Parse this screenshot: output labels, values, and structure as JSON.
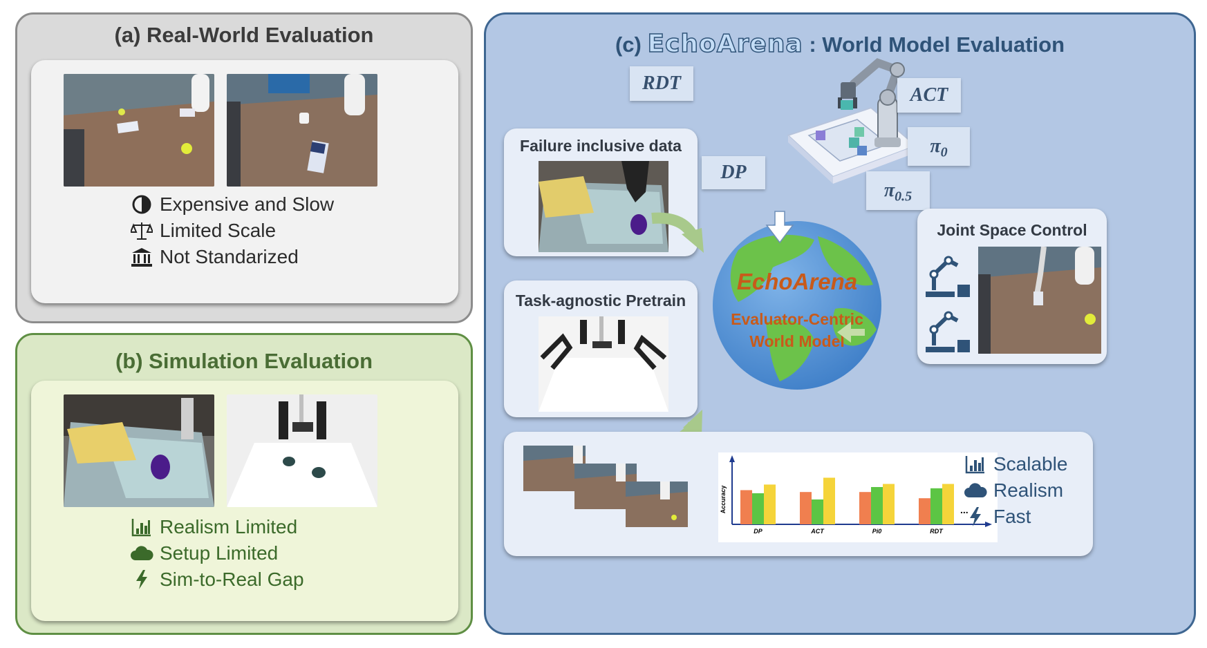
{
  "panel_a": {
    "title": "(a) Real-World Evaluation",
    "items": [
      {
        "icon": "contrast-icon",
        "label": "Expensive and Slow"
      },
      {
        "icon": "scale-icon",
        "label": "Limited Scale"
      },
      {
        "icon": "bank-icon",
        "label": "Not Standarized"
      }
    ]
  },
  "panel_b": {
    "title": "(b) Simulation Evaluation",
    "items": [
      {
        "icon": "bar-chart-icon",
        "label": "Realism Limited"
      },
      {
        "icon": "cloud-icon",
        "label": "Setup Limited"
      },
      {
        "icon": "bolt-icon",
        "label": "Sim-to-Real Gap"
      }
    ]
  },
  "panel_c": {
    "title_prefix": "(c)",
    "title_brand": "EchoArena",
    "title_suffix": ": World Model Evaluation",
    "models": {
      "rdt": "RDT",
      "act": "ACT",
      "dp": "DP",
      "pi0_base": "π",
      "pi0_sub": "0",
      "pi05_base": "π",
      "pi05_sub": "0.5"
    },
    "failure_card_title": "Failure inclusive data",
    "pretrain_card_title": "Task-agnostic Pretrain",
    "joint_card_title": "Joint Space Control",
    "globe": {
      "name": "EchoArena",
      "line1": "Evaluator-Centric",
      "line2": "World Model"
    },
    "benefits": [
      {
        "icon": "bar-chart-icon",
        "label": "Scalable"
      },
      {
        "icon": "cloud-icon",
        "label": "Realism"
      },
      {
        "icon": "bolt-icon",
        "label": "Fast"
      }
    ],
    "colors": {
      "accent": "#2f5378",
      "bar_orange": "#f07f4f",
      "bar_green": "#5cc544",
      "bar_yellow": "#f5d43a"
    }
  },
  "chart_data": {
    "type": "bar",
    "categories": [
      "DP",
      "ACT",
      "Pi0",
      "RDT"
    ],
    "series": [
      {
        "values": [
          0.55,
          0.52,
          0.52,
          0.42
        ]
      },
      {
        "values": [
          0.5,
          0.4,
          0.6,
          0.58
        ]
      },
      {
        "values": [
          0.64,
          0.75,
          0.65,
          0.65
        ]
      }
    ],
    "ylabel": "Accuracy",
    "xlabel": "",
    "ellipsis": "...",
    "ylim": [
      0,
      1
    ]
  }
}
